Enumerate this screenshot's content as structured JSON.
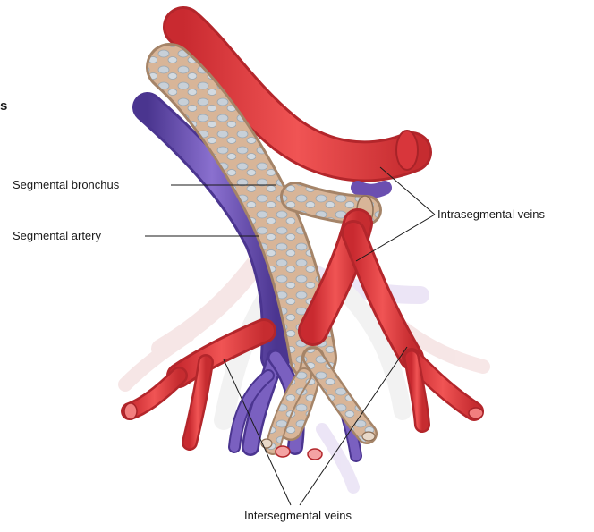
{
  "diagram": {
    "partial_heading": "s",
    "labels": {
      "segmental_bronchus": "Segmental bronchus",
      "segmental_artery": "Segmental artery",
      "intrasegmental_veins": "Intrasegmental veins",
      "intersegmental_veins": "Intersegmental veins"
    },
    "colors": {
      "vein": "#e03c3c",
      "vein_dark": "#b3262b",
      "artery": "#6b4fb0",
      "artery_dark": "#4b3590",
      "bronchus": "#d9b79a",
      "cartilage": "#c9d0d6",
      "faded": "#f1dede"
    }
  }
}
